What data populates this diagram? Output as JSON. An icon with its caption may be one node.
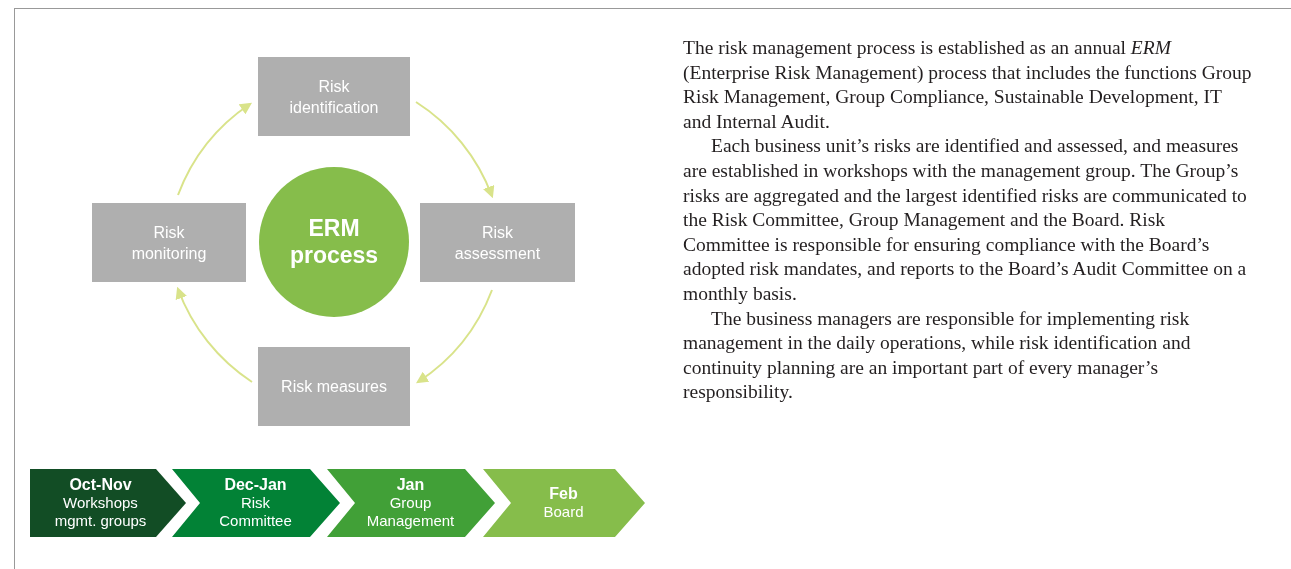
{
  "diagram": {
    "nodes": [
      {
        "text": [
          "Risk identification"
        ]
      },
      {
        "text": [
          "Risk assessment"
        ]
      },
      {
        "text": [
          "Risk measures"
        ]
      },
      {
        "text": [
          "Risk monitoring"
        ]
      },
      {
        "text": [
          "ERM process"
        ]
      },
      {
        "text": [
          "Oct-Nov",
          "Workshops mgmt. groups"
        ]
      },
      {
        "text": [
          "Dec-Jan",
          "Risk Committee"
        ]
      },
      {
        "text": [
          "Jan",
          "Group Management"
        ]
      },
      {
        "text": [
          "Feb",
          "Board"
        ]
      }
    ],
    "edges": [
      {
        "from": 0,
        "to": 1,
        "arrow": "to"
      },
      {
        "from": 1,
        "to": 2,
        "arrow": "to"
      },
      {
        "from": 2,
        "to": 3,
        "arrow": "to"
      },
      {
        "from": 3,
        "to": 0,
        "arrow": "to"
      }
    ],
    "labels": [
      "The risk management process is established as an annual *ERM* (Enterprise Risk Management) process that includes the functions Group Risk Management, Group Compliance, Sustainable Development, IT and Internal Audit.",
      "Each business unit’s risks are identified and assessed, and measures are established in workshops with the management group. The Group’s risks are aggregated and the largest identified risks are communicated to the Risk Committee, Group Management and the Board. Risk Committee is responsible for ensuring compliance with the Board’s adopted risk mandates, and reports to the Board’s Audit Committee on a monthly basis.",
      "The business managers are responsible for implementing risk management in the daily operations, while risk identification and continuity planning are an important part of every manager’s responsibility."
    ]
  }
}
